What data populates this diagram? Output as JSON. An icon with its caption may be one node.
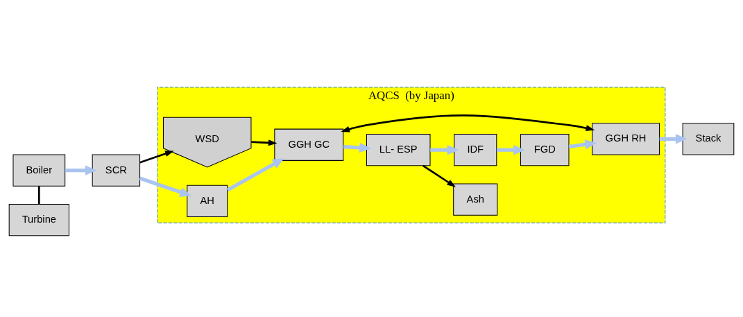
{
  "diagram": {
    "nodes": [
      {
        "text": [
          "AQCS  (by Japan)"
        ]
      },
      {
        "text": [
          "Turbine"
        ]
      },
      {
        "text": [
          "Boiler"
        ]
      },
      {
        "text": [
          "SCR"
        ]
      },
      {
        "text": [
          "WSD"
        ],
        "in": 0
      },
      {
        "text": [
          "AH"
        ],
        "in": 0
      },
      {
        "text": [
          "GGH GC"
        ],
        "in": 0
      },
      {
        "text": [
          "LL- ESP"
        ],
        "in": 0
      },
      {
        "text": [
          "Ash"
        ],
        "in": 0
      },
      {
        "text": [
          "IDF"
        ],
        "in": 0
      },
      {
        "text": [
          "FGD"
        ],
        "in": 0
      },
      {
        "text": [
          "GGH RH"
        ],
        "in": 0
      },
      {
        "text": [
          "Stack"
        ]
      }
    ],
    "edges": [
      {
        "from": 1,
        "to": 2,
        "arrow": "none",
        "color": "#000000"
      },
      {
        "from": 2,
        "to": 3,
        "arrow": "to"
      },
      {
        "from": 3,
        "to": 5,
        "arrow": "to"
      },
      {
        "from": 3,
        "to": 4,
        "arrow": "to",
        "color": "#000000"
      },
      {
        "from": 4,
        "to": 6,
        "arrow": "to",
        "color": "#000000"
      },
      {
        "from": 5,
        "to": 6,
        "arrow": "to"
      },
      {
        "from": 6,
        "to": 7,
        "arrow": "to"
      },
      {
        "from": 6,
        "to": 11,
        "arrow": "both",
        "color": "#000000"
      },
      {
        "from": 7,
        "to": 8,
        "arrow": "to",
        "color": "#000000"
      },
      {
        "from": 7,
        "to": 9,
        "arrow": "to"
      },
      {
        "from": 9,
        "to": 10,
        "arrow": "to"
      },
      {
        "from": 10,
        "to": 11,
        "arrow": "to"
      },
      {
        "from": 11,
        "to": 12,
        "arrow": "to"
      }
    ]
  }
}
